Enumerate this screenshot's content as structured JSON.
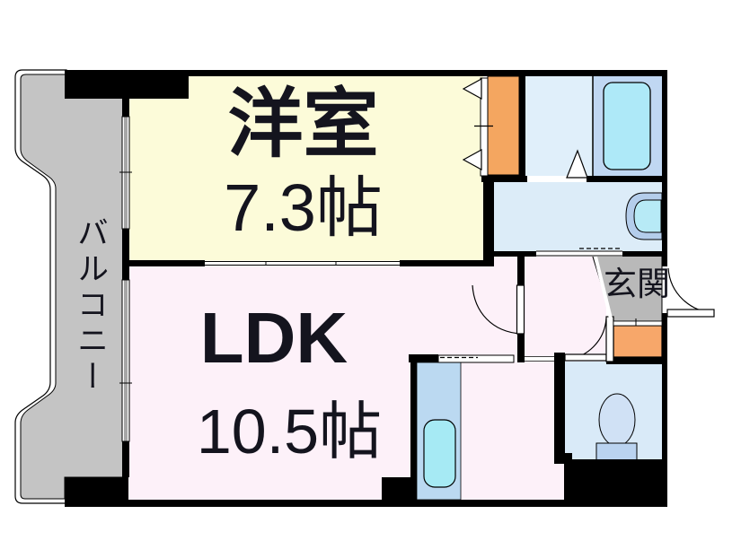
{
  "floorplan": {
    "type": "apartment-floor-plan",
    "rooms": {
      "western": {
        "name": "洋室",
        "size": "7.3帖"
      },
      "ldk": {
        "name": "LDK",
        "size": "10.5帖"
      },
      "balcony": {
        "name": "バルコニー"
      },
      "entrance": {
        "name": "玄関"
      }
    },
    "fixtures": [
      "bathtub",
      "vanity-sink",
      "toilet",
      "kitchen-sink",
      "kitchen-counter",
      "closet",
      "shoe-cabinet"
    ],
    "colors": {
      "wall": "#000000",
      "western_room": "#fcfbd9",
      "ldk": "#fdf1f9",
      "balcony": "#c4c4c4",
      "entrance": "#b9b9b9",
      "closet": "#f4a660",
      "shoe_cabinet": "#f7a76a",
      "bath_floor": "#e0effa",
      "tub_zone": "#c0d7f2",
      "bathtub": "#aee9f8",
      "washroom": "#dcecf8",
      "toilet_room": "#d9eaf8",
      "toilet_bowl": "#d0e1f5",
      "toilet_tank": "#bad3f0",
      "vanity_outer": "#b4cdeb",
      "vanity_bowl": "#b7eaf6",
      "kitchen_counter": "#bbd9f1",
      "kitchen_sink": "#a6eaf4",
      "text": "#14141e"
    }
  }
}
